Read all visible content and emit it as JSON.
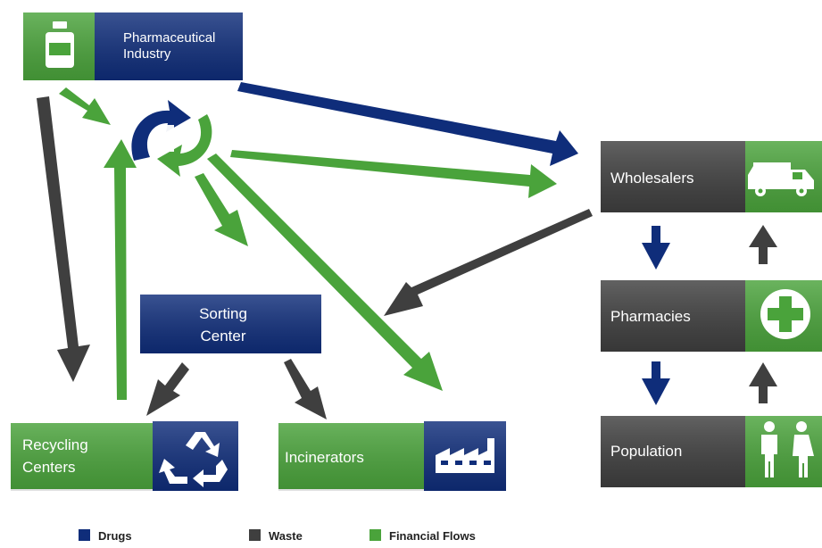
{
  "colors": {
    "drugs": "#0f2d7a",
    "waste": "#3f3f3f",
    "financial": "#4aa33b",
    "white": "#ffffff"
  },
  "nodes": {
    "pharma": {
      "label_line1": "Pharmaceutical",
      "label_line2": "Industry",
      "icon": "medicine-bottle-icon"
    },
    "cycle": {
      "icon": "recycle-cross-cycle-icon"
    },
    "wholesalers": {
      "label": "Wholesalers",
      "icon": "delivery-van-icon"
    },
    "pharmacies": {
      "label": "Pharmacies",
      "icon": "medical-cross-icon"
    },
    "population": {
      "label": "Population",
      "icon": "people-icon"
    },
    "sorting": {
      "label_line1": "Sorting",
      "label_line2": "Center"
    },
    "recycling": {
      "label_line1": "Recycling",
      "label_line2": "Centers",
      "icon": "recycling-symbol-icon"
    },
    "incinerators": {
      "label": "Incinerators",
      "icon": "factory-icon"
    }
  },
  "legend": [
    {
      "label": "Drugs",
      "color_key": "drugs"
    },
    {
      "label": "Waste",
      "color_key": "waste"
    },
    {
      "label": "Financial Flows",
      "color_key": "financial"
    }
  ]
}
